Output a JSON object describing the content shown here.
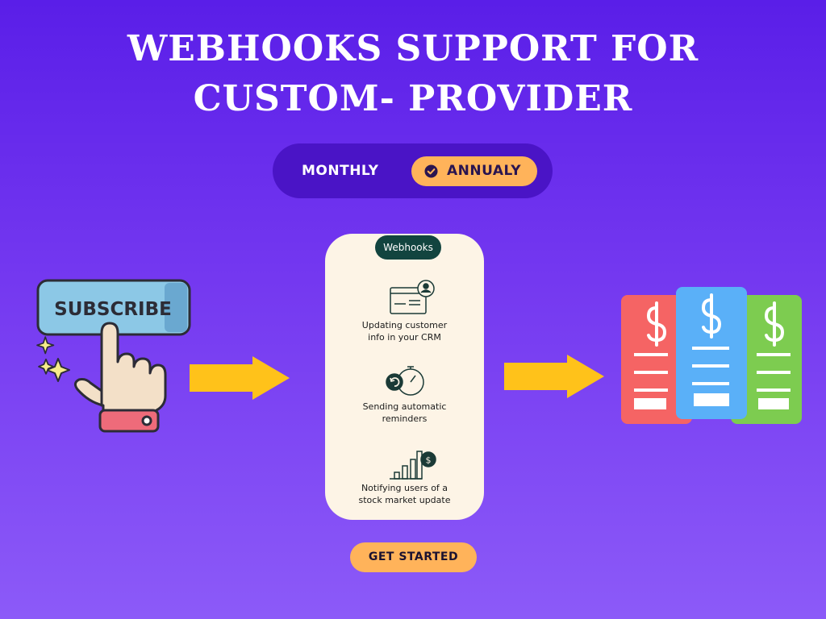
{
  "title_line1": "WEBHOOKS SUPPORT FOR",
  "title_line2": "CUSTOM- PROVIDER",
  "toggle": {
    "monthly_label": "MONTHLY",
    "annual_label": "ANNUALY"
  },
  "subscribe_label": "SUBSCRIBE",
  "card": {
    "pill_label": "Webhooks",
    "items": [
      {
        "line1": "Updating customer",
        "line2": "info in your CRM",
        "icon": "crm-profile-icon"
      },
      {
        "line1": "Sending automatic",
        "line2": "reminders",
        "icon": "stopwatch-icon"
      },
      {
        "line1": "Notifying users of a",
        "line2": "stock market update",
        "icon": "bar-chart-dollar-icon"
      }
    ]
  },
  "cta_label": "GET STARTED",
  "colors": {
    "background_top": "#5a1ee8",
    "background_bottom": "#8c5af8",
    "accent_orange": "#ffb35a",
    "arrow_yellow": "#ffc21a",
    "card_bg": "#fdf4e6",
    "pill_dark_green": "#12443f",
    "doc_red": "#f56464",
    "doc_blue": "#5ab0f8",
    "doc_green": "#7dcc50"
  }
}
